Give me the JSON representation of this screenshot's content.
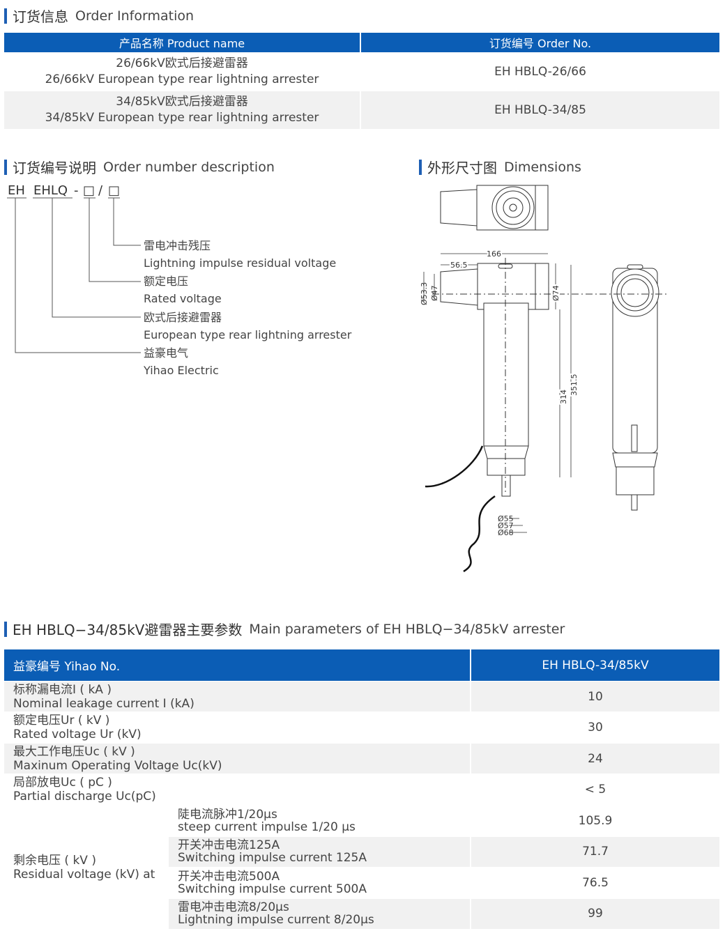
{
  "order_info": {
    "title_cn": "订货信息",
    "title_en": "Order Information",
    "headers": [
      "产品名称 Product name",
      "订货编号 Order No."
    ],
    "rows": [
      {
        "name_cn": "26/66kV欧式后接避雷器",
        "name_en": "26/66kV European type rear lightning arrester",
        "order_no": "EH HBLQ-26/66"
      },
      {
        "name_cn": "34/85kV欧式后接避雷器",
        "name_en": "34/85kV European type rear lightning arrester",
        "order_no": "EH HBLQ-34/85"
      }
    ]
  },
  "order_desc": {
    "title_cn": "订货编号说明",
    "title_en": "Order number description",
    "code": {
      "eh": "EH",
      "ehlq": "EHLQ",
      "dash": "-",
      "box": "□",
      "slash": "/"
    },
    "items": [
      {
        "cn": "雷电冲击残压",
        "en": "Lightning impulse residual voltage"
      },
      {
        "cn": "额定电压",
        "en": "Rated voltage"
      },
      {
        "cn": "欧式后接避雷器",
        "en": "European type rear lightning arrester"
      },
      {
        "cn": "益豪电气",
        "en": "Yihao Electric"
      }
    ]
  },
  "dimensions": {
    "title_cn": "外形尺寸图",
    "title_en": "Dimensions",
    "labels": {
      "w166": "166",
      "w56": "56.5",
      "d53": "Ø53.3",
      "d47": "Ø47",
      "d74": "Ø74",
      "h314": "314",
      "h351": "351.5",
      "d55": "Ø55",
      "d57": "Ø57",
      "d68": "Ø68"
    }
  },
  "params": {
    "title_cn": "EH HBLQ−34/85kV避雷器主要参数",
    "title_en": "Main parameters of EH HBLQ−34/85kV arrester",
    "header": {
      "label": "益豪编号 Yihao No.",
      "value": "EH HBLQ-34/85kV"
    },
    "rows": [
      {
        "cn": "标称漏电流I ( kA )",
        "en": "Nominal leakage current I (kA)",
        "value": "10"
      },
      {
        "cn": "额定电压Ur ( kV )",
        "en": "Rated voltage Ur (kV)",
        "value": "30"
      },
      {
        "cn": "最大工作电压Uc ( kV )",
        "en": "Maxinum Operating Voltage Uc(kV)",
        "value": "24"
      },
      {
        "cn": "局部放电Uc ( pC )",
        "en": "Partial discharge Uc(pC)",
        "value": "< 5"
      }
    ],
    "residual": {
      "cn": "剩余电压 ( kV )",
      "en": "Residual voltage (kV) at",
      "rows": [
        {
          "cn": "陡电流脉冲1/20μs",
          "en": "steep current impulse 1/20 μs",
          "value": "105.9"
        },
        {
          "cn": "开关冲击电流125A",
          "en": "Switching impulse current 125A",
          "value": "71.7"
        },
        {
          "cn": "开关冲击电流500A",
          "en": "Switching impulse current 500A",
          "value": "76.5"
        },
        {
          "cn": "雷电冲击电流8/20μs",
          "en": "Lightning impulse current 8/20μs",
          "value": "99"
        }
      ]
    }
  },
  "colors": {
    "accent": "#0b5db5",
    "row_alt": "#f1f1f1"
  }
}
